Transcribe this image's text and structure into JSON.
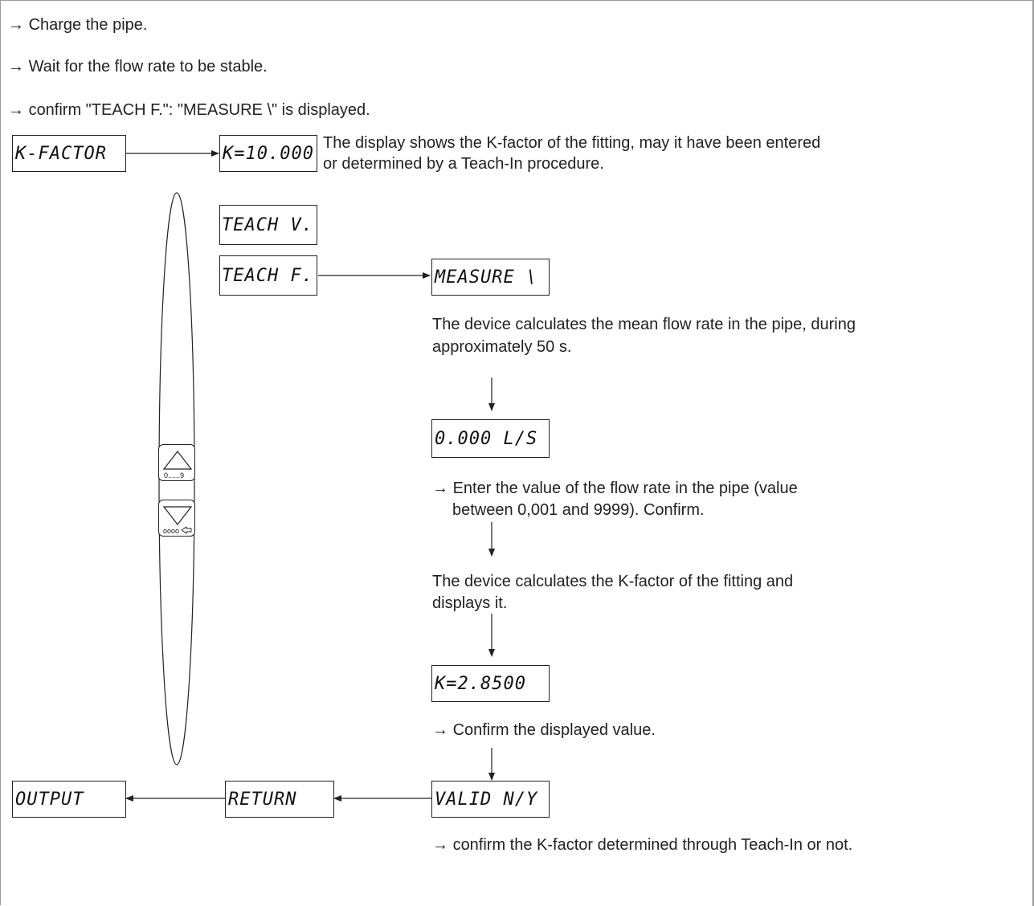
{
  "intro": [
    "Charge the pipe.",
    "Wait for the flow rate to be stable.",
    "confirm \"TEACH F.\": \"MEASURE \\\" is displayed."
  ],
  "arrow_glyph": "→",
  "displays": {
    "k_factor": "K-FACTOR",
    "k_value": "K=10.000",
    "teach_v": "TEACH V.",
    "teach_f": "TEACH F.",
    "measure": "MEASURE \\",
    "flow": "0.000  L/S",
    "k_result": "K=2.8500",
    "valid": "VALID N/Y",
    "return": "RETURN",
    "output": "OUTPUT"
  },
  "text": {
    "k_desc_1": "The display shows the K-factor of the fitting, may it have been entered",
    "k_desc_2": "or determined by a Teach-In procedure.",
    "measure_desc_1": "The device calculates the mean flow rate in the pipe, during",
    "measure_desc_2": "approximately 50 s.",
    "enter_1": "Enter the value of the flow rate in the pipe (value",
    "enter_2": "between 0,001 and 9999). Confirm.",
    "calc_1": "The device calculates the K-factor of the fitting and",
    "calc_2": "displays it.",
    "confirm_value": "Confirm the displayed value.",
    "confirm_k": "confirm the K-factor determined through Teach-In or not."
  },
  "keys": {
    "up_label": "0......9",
    "down_label": "oooo"
  },
  "colors": {
    "frame": "#9a9a9a",
    "ink": "#222222"
  }
}
